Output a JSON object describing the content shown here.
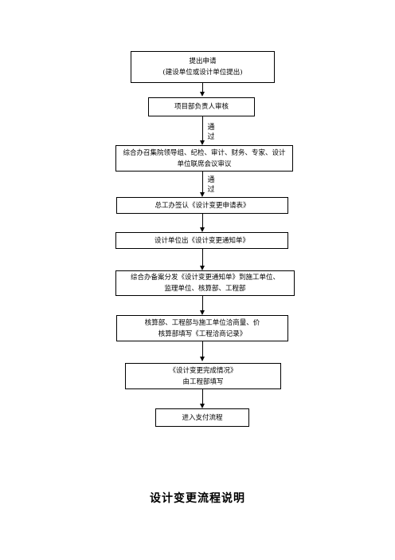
{
  "flow": {
    "step1": {
      "line1": "提出申请",
      "line2": "(建设单位或设计单位提出)"
    },
    "step2": {
      "line1": "项目部负责人审核"
    },
    "pass1": {
      "line1": "通",
      "line2": "过"
    },
    "step3": {
      "line1": "综合办召集院领导组、纪检、审计、财务、专家、设计",
      "line2": "单位联席会议审议"
    },
    "pass2": {
      "line1": "通",
      "line2": "过"
    },
    "step4": {
      "line1": "总工办签认《设计变更申请表》"
    },
    "step5": {
      "line1": "设计单位出《设计变更通知单》"
    },
    "step6": {
      "line1": "综合办备案分发《设计变更通知单》到施工单位、",
      "line2": "监理单位、核算部、工程部"
    },
    "step7": {
      "line1": "核算部、工程部与施工单位洽商量、价",
      "line2": "核算部填写《工程洽商记录》"
    },
    "step8": {
      "line1": "《设计变更完成情况》",
      "line2": "由工程部填写"
    },
    "step9": {
      "line1": "进入支付流程"
    }
  },
  "title": "设计变更流程说明"
}
